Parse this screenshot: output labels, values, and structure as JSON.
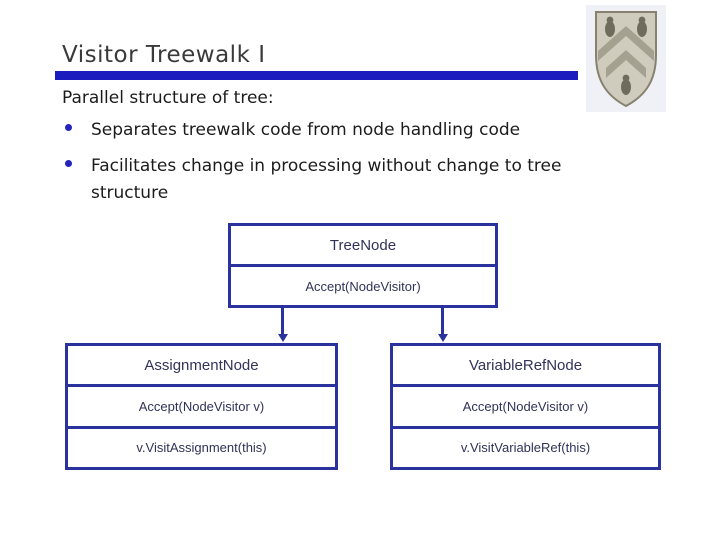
{
  "slide": {
    "title": "Visitor Treewalk I",
    "intro": "Parallel structure of tree:",
    "bullets": [
      "Separates treewalk code from node handling code",
      "Facilitates change in processing without change to tree structure"
    ]
  },
  "logo": {
    "name": "rice-shield-crest-with-three-owls-and-double-chevron"
  },
  "diagram": {
    "parent": {
      "cells": [
        "TreeNode",
        "Accept(NodeVisitor)"
      ]
    },
    "children": [
      {
        "cells": [
          "AssignmentNode",
          "Accept(NodeVisitor v)",
          "v.VisitAssignment(this)"
        ]
      },
      {
        "cells": [
          "VariableRefNode",
          "Accept(NodeVisitor v)",
          "v.VisitVariableRef(this)"
        ]
      }
    ]
  },
  "colors": {
    "title_rule": "#1b1bbe",
    "diagram_border": "#2a329e",
    "diagram_text": "#32325a",
    "bullet_dot": "#2424bb",
    "body_text": "#1c1c1c"
  }
}
